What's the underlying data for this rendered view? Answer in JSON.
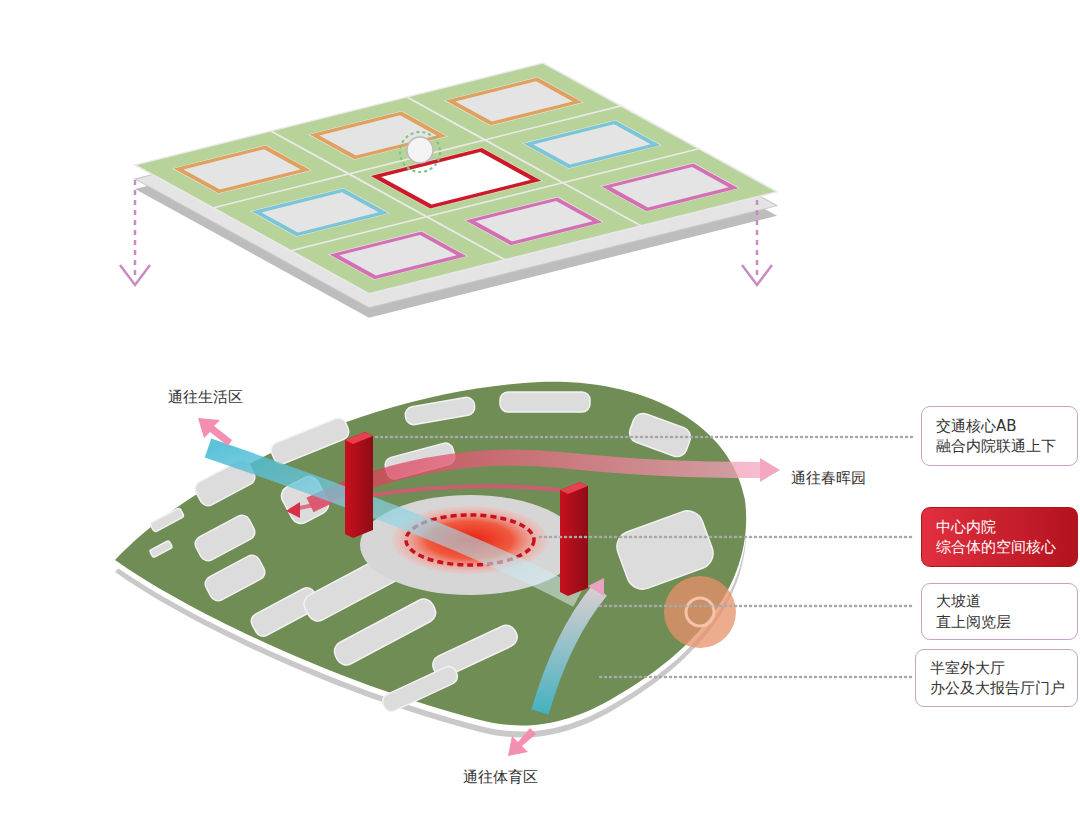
{
  "diagram": {
    "nodes": [
      {
        "text": [
          "交通核心AB 融合内院联通上下"
        ]
      },
      {
        "text": [
          "中心内院 综合体的空间核心"
        ]
      },
      {
        "text": [
          "大坡道 直上阅览层"
        ]
      },
      {
        "text": [
          "半室外大厅 办公及大报告厅门户"
        ]
      }
    ],
    "labels": [
      "通往生活区",
      "通往春晖园",
      "通往体育区"
    ]
  }
}
